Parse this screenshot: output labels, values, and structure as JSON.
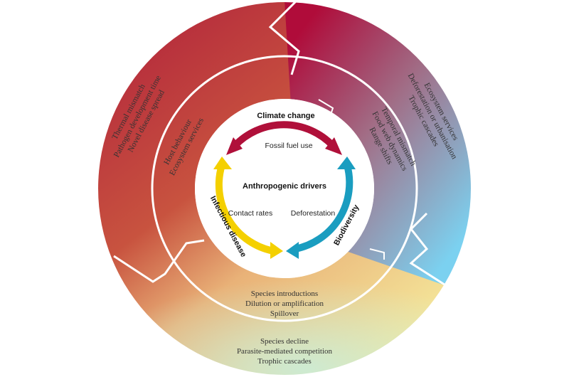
{
  "center": {
    "title": "Anthropogenic drivers",
    "fossil_fuel": "Fossil fuel use",
    "contact_rates": "Contact rates",
    "deforestation": "Deforestation"
  },
  "arc_labels": {
    "climate": "Climate change",
    "infectious": "Infectious disease",
    "biodiversity": "Biodiversity"
  },
  "outer_left": [
    "Thermal mismatch",
    "Pathogen development time",
    "Novel disease spread"
  ],
  "inner_left": [
    "Host behaviour",
    "Ecosystem services"
  ],
  "inner_right": [
    "Temporal mismatch",
    "Food web dynamics",
    "Range shifts"
  ],
  "outer_right": [
    "Ecosystem services",
    "Deforestation or urbanisation",
    "Trophic cascades"
  ],
  "inner_bottom": [
    "Species introductions",
    "Dilution or amplification",
    "Spillover"
  ],
  "outer_bottom": [
    "Species decline",
    "Parasite-mediated competition",
    "Trophic cascades"
  ],
  "colors": {
    "climate": "#b0103a",
    "biodiversity": "#1a9dc0",
    "infectious": "#f4d000",
    "red": "#b3173d",
    "blue": "#7dd3f2",
    "yellow": "#fbf3a2"
  }
}
